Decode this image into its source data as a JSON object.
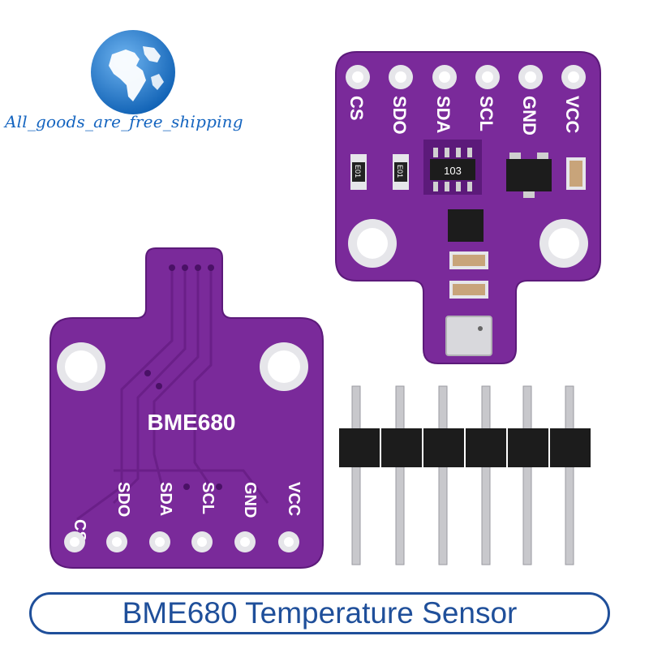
{
  "logo": {
    "text": "All_goods_are_free_shipping"
  },
  "board_back": {
    "title": "BME680",
    "pins": [
      "CS",
      "SDO",
      "SDA",
      "SCL",
      "GND",
      "VCC"
    ]
  },
  "board_front": {
    "pins": [
      "CS",
      "SDO",
      "SDA",
      "SCL",
      "GND",
      "VCC"
    ],
    "resistor_left": "E01",
    "resistor_mid": "E01",
    "chip_mark": "103"
  },
  "caption": {
    "text": "BME680 Temperature Sensor"
  },
  "colors": {
    "pcb": "#7a2a9a",
    "pcb_dark": "#5c1a7a",
    "pad": "#e6e6ea",
    "accent": "#1f4f9a"
  }
}
